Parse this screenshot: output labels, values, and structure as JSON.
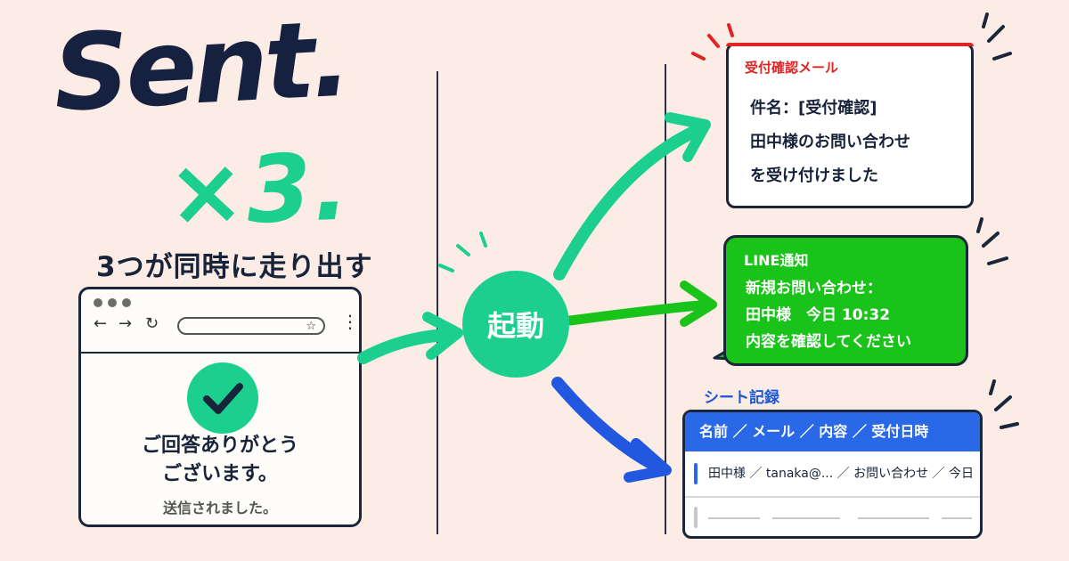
{
  "hero": {
    "title": "Sent.",
    "multiplier": "×3.",
    "subtitle": "3つが同時に走り出す"
  },
  "browser": {
    "back_icon": "←",
    "forward_icon": "→",
    "reload_icon": "↻",
    "star_icon": "☆",
    "menu_icon": "⋮",
    "thanks_line1": "ご回答ありがとう",
    "thanks_line2": "ございます。",
    "status": "送信されました。"
  },
  "launch": {
    "label": "起動"
  },
  "email": {
    "label": "受付確認メール",
    "subject": "件名：[受付確認]",
    "line1": "田中様のお問い合わせ",
    "line2": "を受け付けました"
  },
  "line_notify": {
    "label": "LINE通知",
    "line1": "新規お問い合わせ：",
    "line2": "田中様　今日 10:32",
    "line3": "内容を確認してください"
  },
  "sheet": {
    "label": "シート記録",
    "header": "名前 ／ メール ／ 内容 ／ 受付日時",
    "row": "田中様 ／ tanaka@... ／ お問い合わせ ／ 今日"
  },
  "colors": {
    "accent_green": "#1ccf8f",
    "line_green": "#19c31a",
    "sheet_blue": "#2968e6",
    "email_red": "#e02424",
    "ink": "#18233a"
  }
}
